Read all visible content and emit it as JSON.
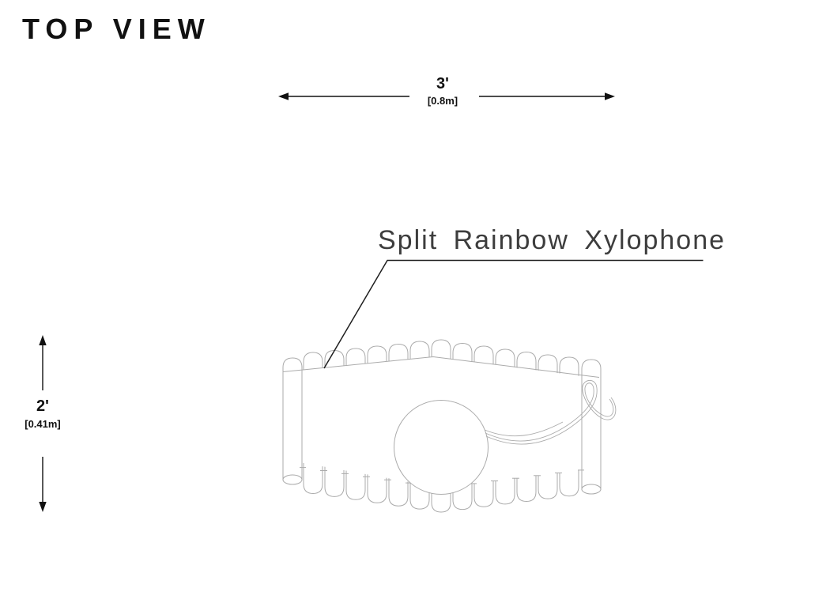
{
  "title": "TOP VIEW",
  "dimension_width": {
    "primary": "3'",
    "secondary": "[0.8m]"
  },
  "dimension_depth": {
    "primary": "2'",
    "secondary": "[0.41m]"
  },
  "callout": {
    "label": "Split Rainbow Xylophone"
  },
  "colors": {
    "background": "#ffffff",
    "ink": "#111111",
    "leader_line": "#1f1f1f",
    "drawing_line": "#ababab",
    "callout_text": "#3d3d3d"
  }
}
